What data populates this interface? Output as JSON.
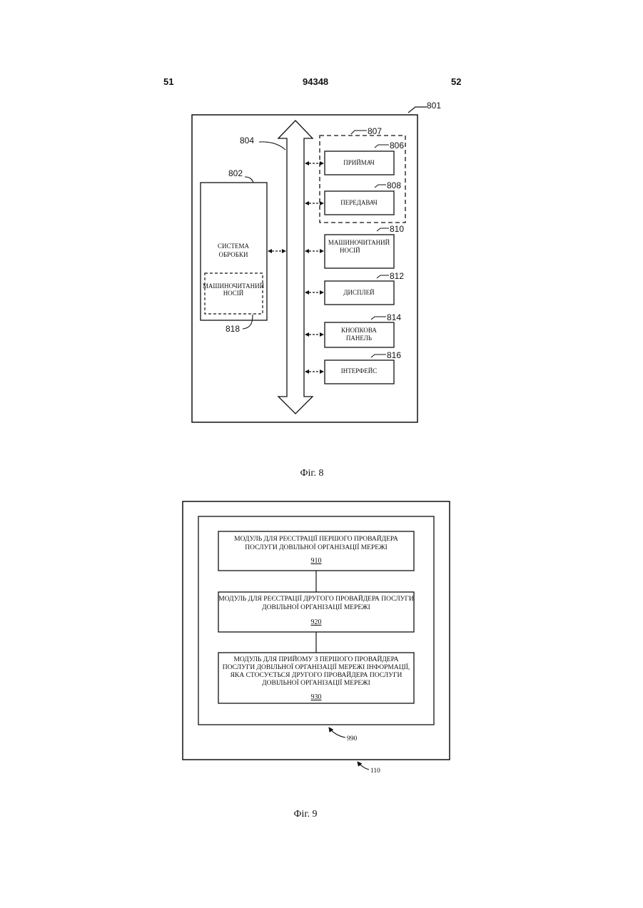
{
  "header": {
    "page_left": "51",
    "doc_number": "94348",
    "page_right": "52"
  },
  "fig8": {
    "caption": "Фіг. 8",
    "refs": {
      "device": "801",
      "bus": "804",
      "processing": "802",
      "group": "807",
      "receiver": "806",
      "transmitter": "808",
      "medium": "810",
      "display": "812",
      "keypad": "814",
      "interface": "816",
      "inner_medium": "818"
    },
    "labels": {
      "processing_line1": "СИСТЕМА",
      "processing_line2": "ОБРОБКИ",
      "inner_medium_line1": "МАШИНОЧИТАНИЙ",
      "inner_medium_line2": "НОСІЙ",
      "receiver": "ПРИЙМАЧ",
      "transmitter": "ПЕРЕДАВАЧ",
      "medium_line1": "МАШИНОЧИТАНИЙ",
      "medium_line2": "НОСІЙ",
      "display": "ДИСПЛЕЙ",
      "keypad_line1": "КНОПКОВА",
      "keypad_line2": "ПАНЕЛЬ",
      "interface": "ІНТЕРФЕЙС"
    }
  },
  "fig9": {
    "caption": "Фіг. 9",
    "refs": {
      "outer": "110",
      "inner": "990"
    },
    "modules": [
      {
        "line1": "МОДУЛЬ ДЛЯ РЕЄСТРАЦІЇ ПЕРШОГО ПРОВАЙДЕРА",
        "line2": "ПОСЛУГИ ДОВІЛЬНОЇ ОРГАНІЗАЦІЇ МЕРЕЖІ",
        "number": "910"
      },
      {
        "line1": "МОДУЛЬ ДЛЯ РЕЄСТРАЦІЇ ДРУГОГО ПРОВАЙДЕРА ПОСЛУГИ",
        "line2": "ДОВІЛЬНОЇ ОРГАНІЗАЦІЇ МЕРЕЖІ",
        "number": "920"
      },
      {
        "line1": "МОДУЛЬ ДЛЯ ПРИЙОМУ З ПЕРШОГО ПРОВАЙДЕРА",
        "line2": "ПОСЛУГИ ДОВІЛЬНОЇ ОРГАНІЗАЦІЇ МЕРЕЖІ ІНФОРМАЦІЇ,",
        "line3": "ЯКА СТОСУЄТЬСЯ ДРУГОГО ПРОВАЙДЕРА ПОСЛУГИ",
        "line4": "ДОВІЛЬНОЇ ОРГАНІЗАЦІЇ МЕРЕЖІ",
        "number": "930"
      }
    ]
  }
}
